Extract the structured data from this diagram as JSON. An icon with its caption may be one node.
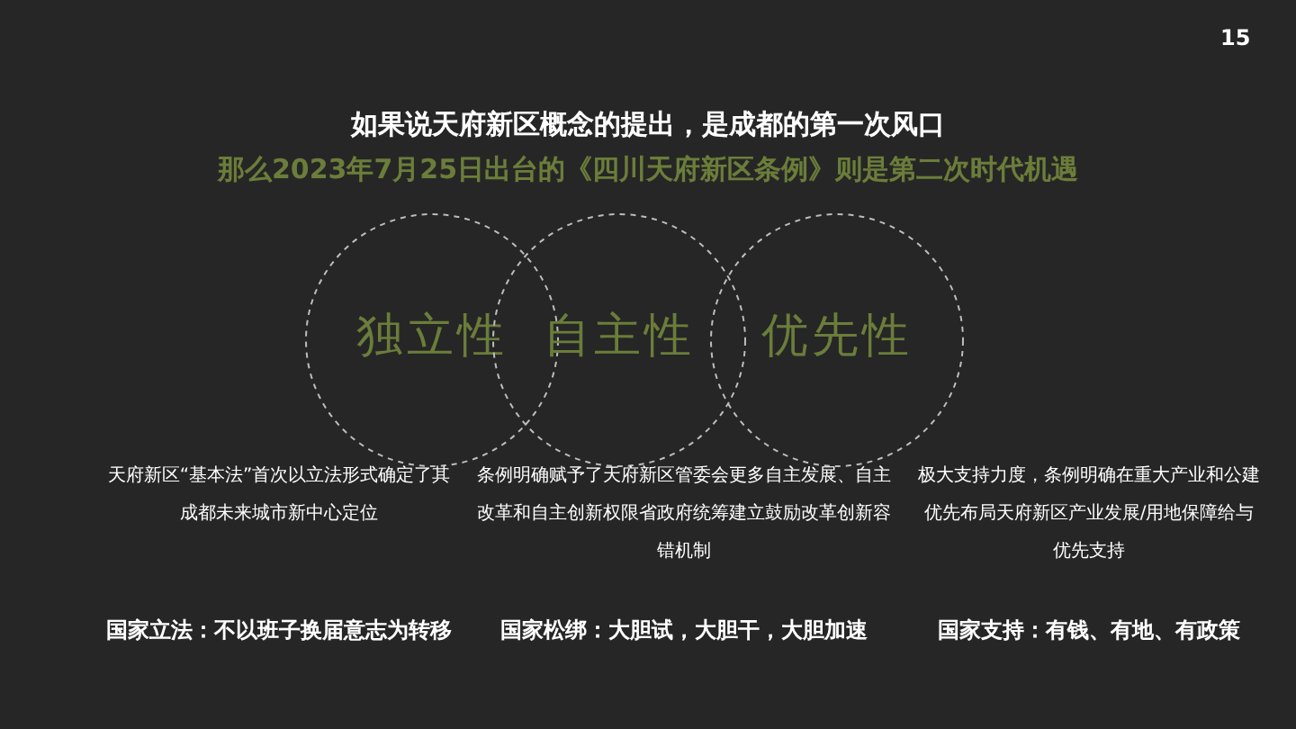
{
  "diagram": {
    "title": "如果说天府新区概念的提出，是成都的第一次风口",
    "nodes": [
      {
        "text": [
          "独立性"
        ]
      },
      {
        "text": [
          "自主性"
        ]
      },
      {
        "text": [
          "优先性"
        ]
      }
    ],
    "labels": [
      "15",
      "那么2023年7月25日出台的《四川天府新区条例》则是第二次时代机遇",
      "天府新区“基本法”首次以立法形式确定了其成都未来城市新中心定位",
      "条例明确赋予了天府新区管委会更多自主发展、自主改革和自主创新权限省政府统筹建立鼓励改革创新容错机制",
      "极大支持力度，条例明确在重大产业和公建优先布局天府新区产业发展/用地保障给与优先支持",
      "国家立法：不以班子换届意志为转移",
      "国家松绑：大胆试，大胆干，大胆加速",
      "国家支持：有钱、有地、有政策"
    ]
  }
}
